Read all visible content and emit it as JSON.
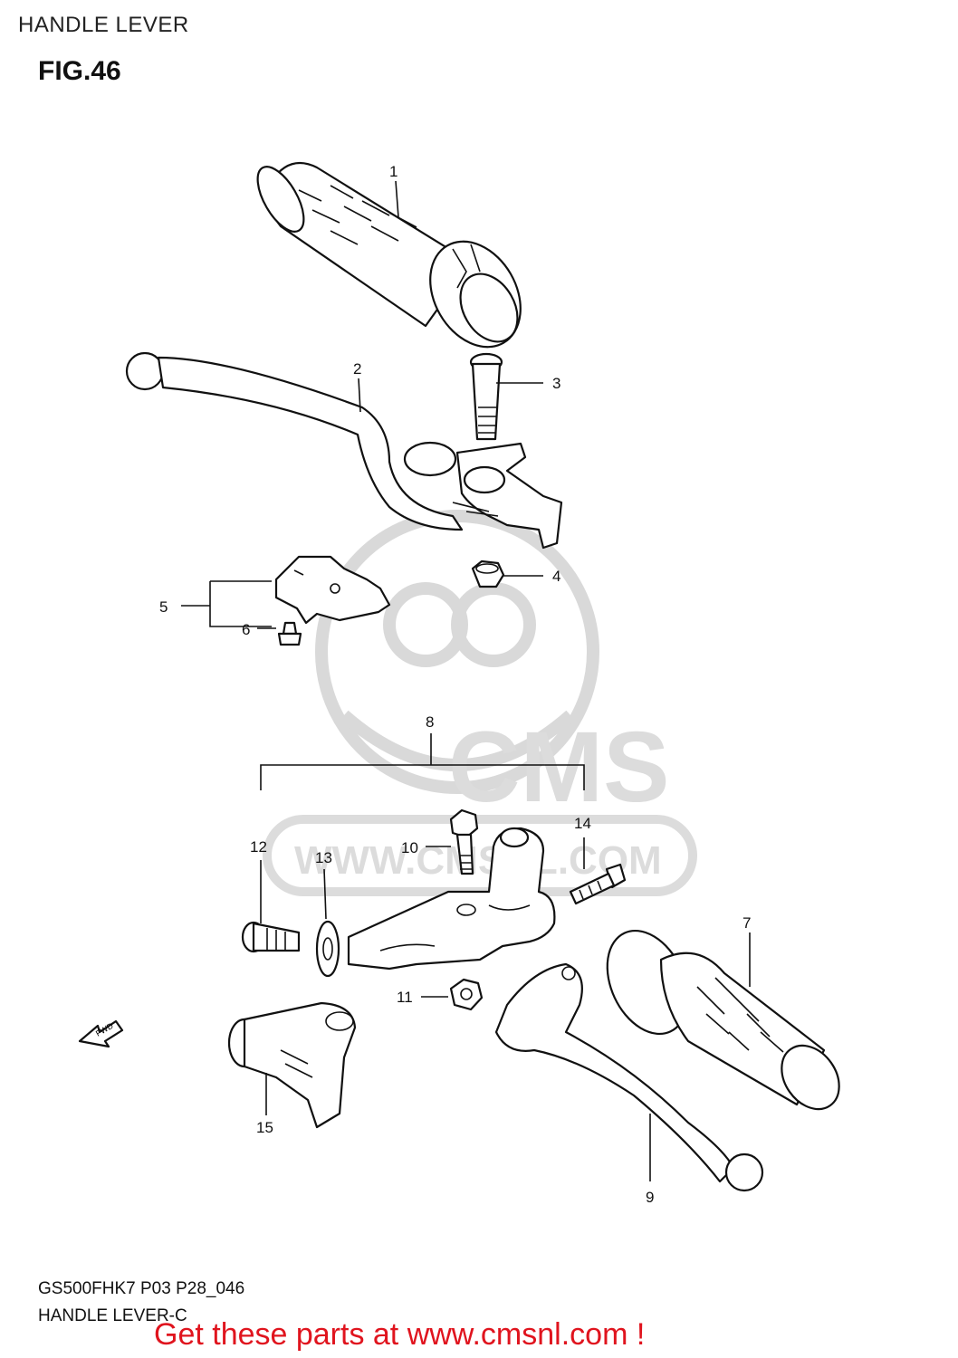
{
  "header": {
    "title": "HANDLE LEVER"
  },
  "figure": {
    "label": "FIG.46"
  },
  "watermark": {
    "brand": "CMS",
    "url": "WWW.CMSNL.COM"
  },
  "direction": {
    "label": "FWD"
  },
  "callouts": {
    "c1": "1",
    "c2": "2",
    "c3": "3",
    "c4": "4",
    "c5": "5",
    "c6": "6",
    "c7": "7",
    "c8": "8",
    "c9": "9",
    "c10": "10",
    "c11": "11",
    "c12": "12",
    "c13": "13",
    "c14": "14",
    "c15": "15"
  },
  "footer": {
    "model_code": "GS500FHK7 P03 P28_046",
    "diagram_name": "HANDLE LEVER-C",
    "link_text": "Get these parts at www.cmsnl.com !"
  },
  "colors": {
    "link": "#e0141e",
    "watermark": "#d9d9d9",
    "ink": "#111111"
  }
}
